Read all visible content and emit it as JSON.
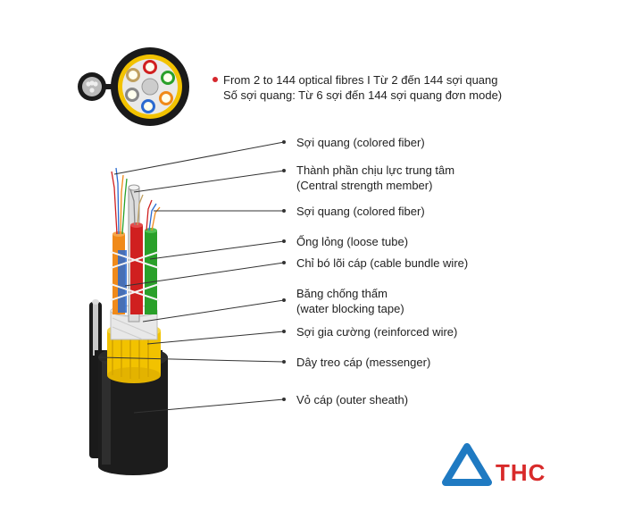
{
  "header": {
    "line1": "From 2 to 144 optical fibres  I Từ 2 đến 144 sợi quang",
    "line2": "Số sợi quang: Từ 6 sợi đến 144 sợi quang đơn mode)"
  },
  "labels": [
    "Sợi quang (colored fiber)",
    "Thành phần chịu lực trung tâm",
    "(Central strength member)",
    "Sợi quang (colored fiber)",
    "Ống lỏng (loose tube)",
    "Chỉ bó lõi cáp (cable bundle wire)",
    "Băng chống thấm",
    "(water blocking tape)",
    "Sợi gia cường (reinforced wire)",
    "Dây treo cáp (messenger)",
    "Vỏ cáp (outer sheath)"
  ],
  "logo": {
    "text": "THC",
    "color": "#d82a2a",
    "accent": "#1f7ac2"
  },
  "colors": {
    "sheath": "#1a1a1a",
    "yellow": "#f2c200",
    "red": "#d02020",
    "green": "#2aa02a",
    "orange": "#f08a1a",
    "blue": "#2a6ad0"
  }
}
